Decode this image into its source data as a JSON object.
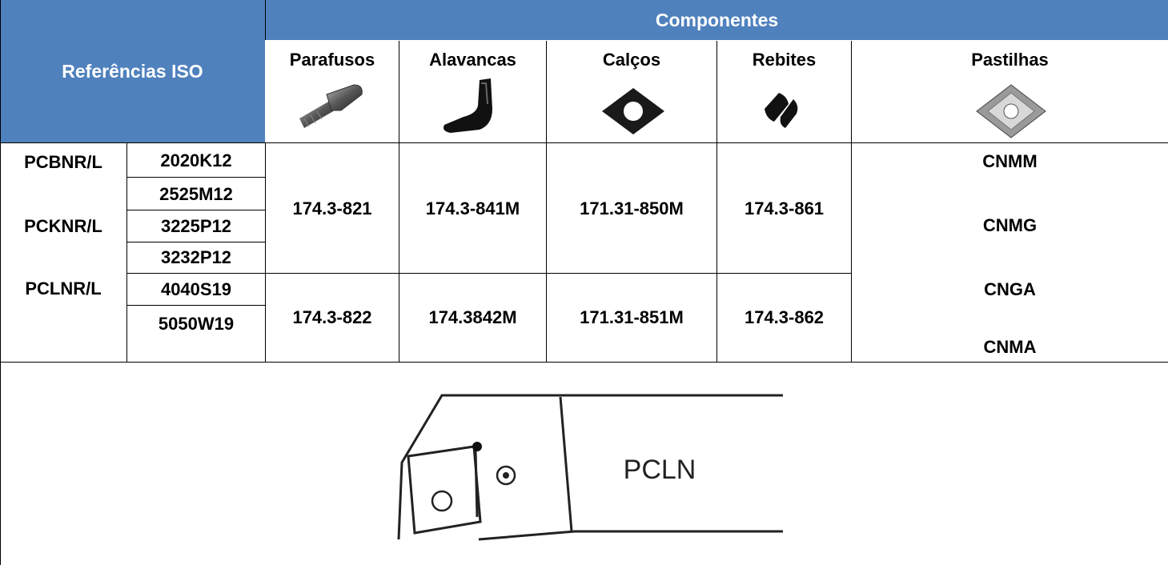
{
  "header": {
    "iso_title": "Referências ISO",
    "components_title": "Componentes",
    "columns": [
      "Parafusos",
      "Alavancas",
      "Calços",
      "Rebites",
      "Pastilhas"
    ]
  },
  "icons": [
    "screw-icon",
    "lever-icon",
    "shim-icon",
    "rivet-icon",
    "insert-icon"
  ],
  "holders": [
    "PCBNR/L",
    "PCKNR/L",
    "PCLNR/L"
  ],
  "sizes": [
    "2020K12",
    "2525M12",
    "3225P12",
    "3232P12",
    "4040S19",
    "5050W19"
  ],
  "group1": {
    "screw": "174.3-821",
    "lever": "174.3-841M",
    "shim": "171.31-850M",
    "rivet": "174.3-861"
  },
  "group2": {
    "screw": "174.3-822",
    "lever": "174.3842M",
    "shim": "171.31-851M",
    "rivet": "174.3-862"
  },
  "inserts": [
    "CNMM",
    "CNMG",
    "CNGA",
    "CNMA"
  ],
  "drawing": {
    "label": "PCLN"
  },
  "colors": {
    "header_blue": "#4F81BD",
    "header_text": "#FFFFFF",
    "border": "#000000"
  }
}
